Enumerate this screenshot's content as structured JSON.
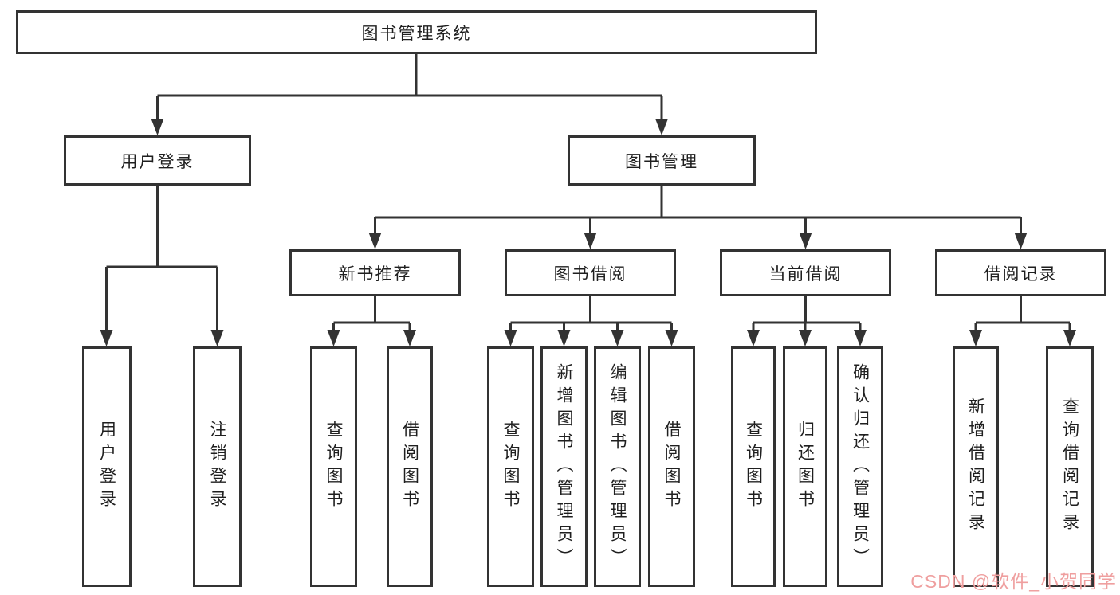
{
  "tree": {
    "label": "图书管理系统",
    "children": [
      {
        "label": "用户登录",
        "children": [
          {
            "label": "用户登录"
          },
          {
            "label": "注销登录"
          }
        ]
      },
      {
        "label": "图书管理",
        "children": [
          {
            "label": "新书推荐",
            "children": [
              {
                "label": "查询图书"
              },
              {
                "label": "借阅图书"
              }
            ]
          },
          {
            "label": "图书借阅",
            "children": [
              {
                "label": "查询图书"
              },
              {
                "label": "新增图书（管理员）"
              },
              {
                "label": "编辑图书（管理员）"
              },
              {
                "label": "借阅图书"
              }
            ]
          },
          {
            "label": "当前借阅",
            "children": [
              {
                "label": "查询图书"
              },
              {
                "label": "归还图书"
              },
              {
                "label": "确认归还（管理员）"
              }
            ]
          },
          {
            "label": "借阅记录",
            "children": [
              {
                "label": "新增借阅记录"
              },
              {
                "label": "查询借阅记录"
              }
            ]
          }
        ]
      }
    ]
  },
  "watermark": {
    "text": "CSDN @软件_小贺同学"
  },
  "colors": {
    "line": "#333333",
    "text": "#1f1f1f",
    "watermark": "#ef9f9f",
    "background": "#ffffff"
  }
}
